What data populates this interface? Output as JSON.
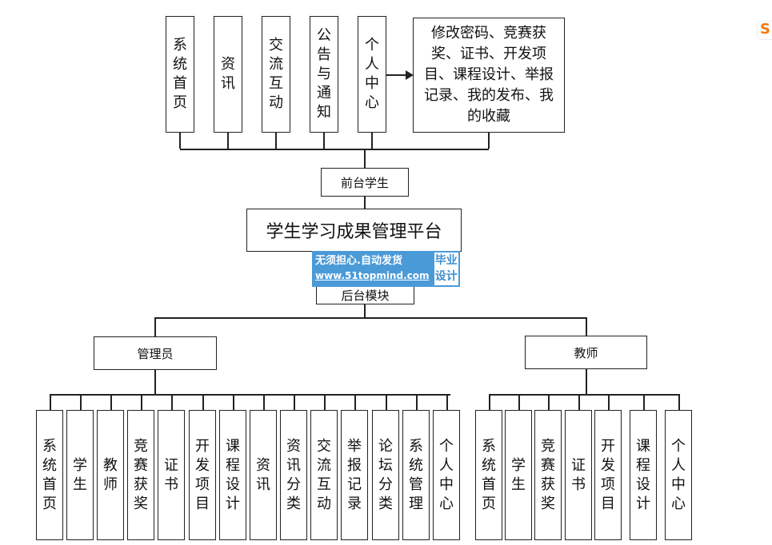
{
  "front": {
    "items": [
      "系统首页",
      "资讯",
      "交流互动",
      "公告与通知",
      "个人中心"
    ],
    "detail": "修改密码、竞赛获奖、证书、开发项目、课程设计、举报记录、我的发布、我的收藏",
    "role": "前台学生"
  },
  "platform": "学生学习成果管理平台",
  "backend": "后台模块",
  "admin": {
    "role": "管理员",
    "items": [
      "系统首页",
      "学生",
      "教师",
      "竞赛获奖",
      "证书",
      "开发项目",
      "课程设计",
      "资讯",
      "资讯分类",
      "交流互动",
      "举报记录",
      "论坛分类",
      "系统管理",
      "个人中心"
    ]
  },
  "teacher": {
    "role": "教师",
    "items": [
      "系统首页",
      "学生",
      "竞赛获奖",
      "证书",
      "开发项目",
      "课程设计",
      "个人中心"
    ]
  },
  "watermark": {
    "line1": "无须担心.自动发货",
    "line2": "www.51topmind.com",
    "badge": "毕业设计"
  },
  "logo": "S"
}
